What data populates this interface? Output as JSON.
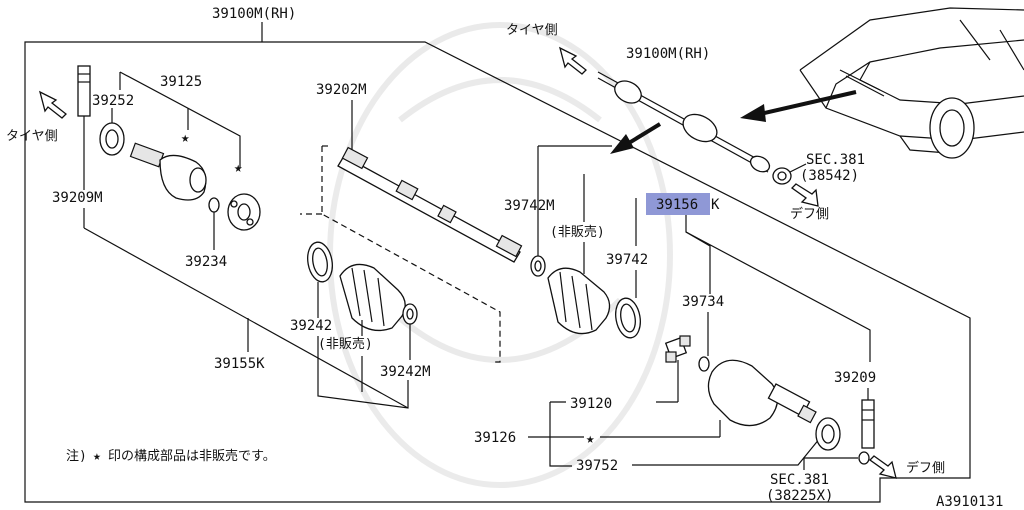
{
  "labels": {
    "top_assy": "39100M(RH)",
    "inset_assy": "39100M(RH)",
    "p39125": "39125",
    "p39252": "39252",
    "p39209m": "39209M",
    "p39234": "39234",
    "p39202m": "39202M",
    "p39242": "39242",
    "p39242m": "39242M",
    "p39155k_left": "39155K",
    "p39742m": "39742M",
    "p39742": "39742",
    "p39156k_a": "39156",
    "p39156k_b": "K",
    "p39734": "39734",
    "p39209": "39209",
    "p39120": "39120",
    "p39126": "39126",
    "p39752": "39752",
    "sec381_top": "SEC.381",
    "sec381_top_sub": "(38542)",
    "sec381_bot": "SEC.381",
    "sec381_bot_sub": "(38225X)",
    "not_sold_1": "(非販売)",
    "not_sold_2": "(非販売)",
    "tire_side_left": "タイヤ側",
    "tire_side_top": "タイヤ側",
    "diff_side_top": "デフ側",
    "diff_side_bot": "デフ側",
    "footnote_prefix": "注)",
    "footnote_text": "印の構成部品は非販売です。",
    "star": "★",
    "diagram_id": "A3910131"
  },
  "colors": {
    "line": "#111111",
    "highlight": "#8f98d6",
    "background": "#ffffff"
  }
}
